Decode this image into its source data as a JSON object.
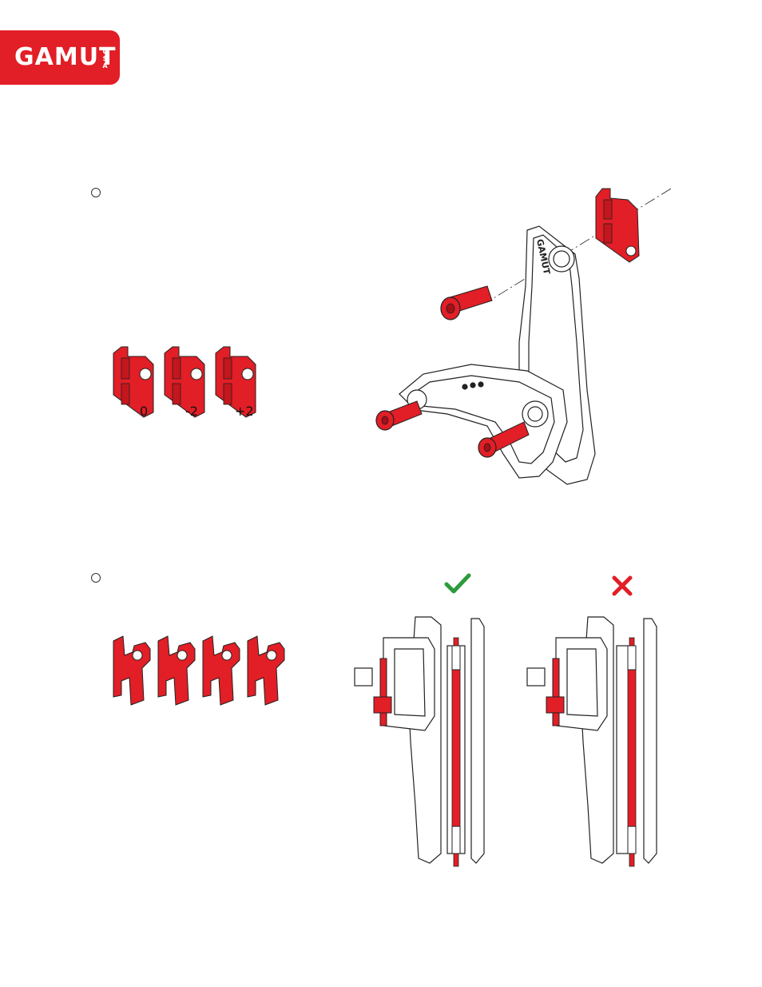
{
  "header": {
    "logo_text": "GAMUT",
    "logo_sub": "USA",
    "brand_color": "#e21e26"
  },
  "step1": {
    "spacers": [
      {
        "label": "0"
      },
      {
        "label": "-2"
      },
      {
        "label": "+2"
      }
    ]
  },
  "step2": {
    "washer_count": 4,
    "correct_mark": "check-icon",
    "incorrect_mark": "cross-icon",
    "correct_color": "#2e9a3e",
    "incorrect_color": "#e21e26"
  },
  "colors": {
    "part_red": "#e21e26",
    "line": "#222222"
  }
}
